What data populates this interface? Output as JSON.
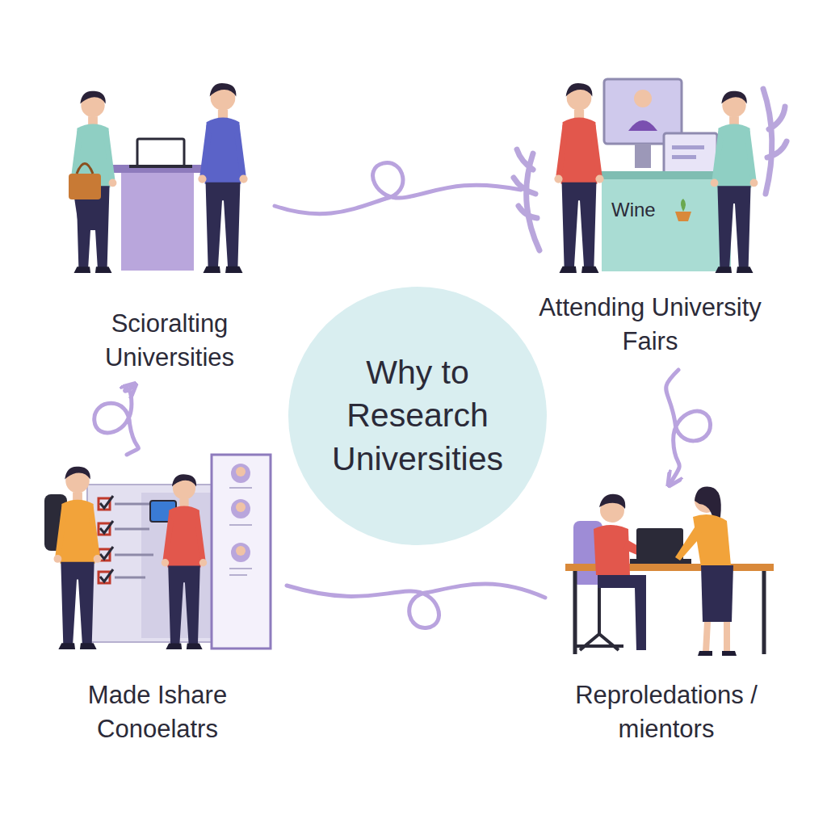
{
  "diagram": {
    "nodes": [
      {
        "text": [
          "Scioralting Universities"
        ]
      },
      {
        "text": [
          "Attending University Fairs"
        ]
      },
      {
        "text": [
          "Why to Research Universities"
        ]
      },
      {
        "text": [
          "Made Ishare Conoelatrs"
        ]
      },
      {
        "text": [
          "Reproledations / mientors"
        ]
      }
    ],
    "edges": [
      {
        "from": 0,
        "to": 1,
        "arrow": "none"
      },
      {
        "from": 1,
        "to": 4,
        "arrow": "to"
      },
      {
        "from": 4,
        "to": 3,
        "arrow": "none"
      },
      {
        "from": 3,
        "to": 0,
        "arrow": "to"
      }
    ],
    "labels": [
      "Wine"
    ]
  }
}
